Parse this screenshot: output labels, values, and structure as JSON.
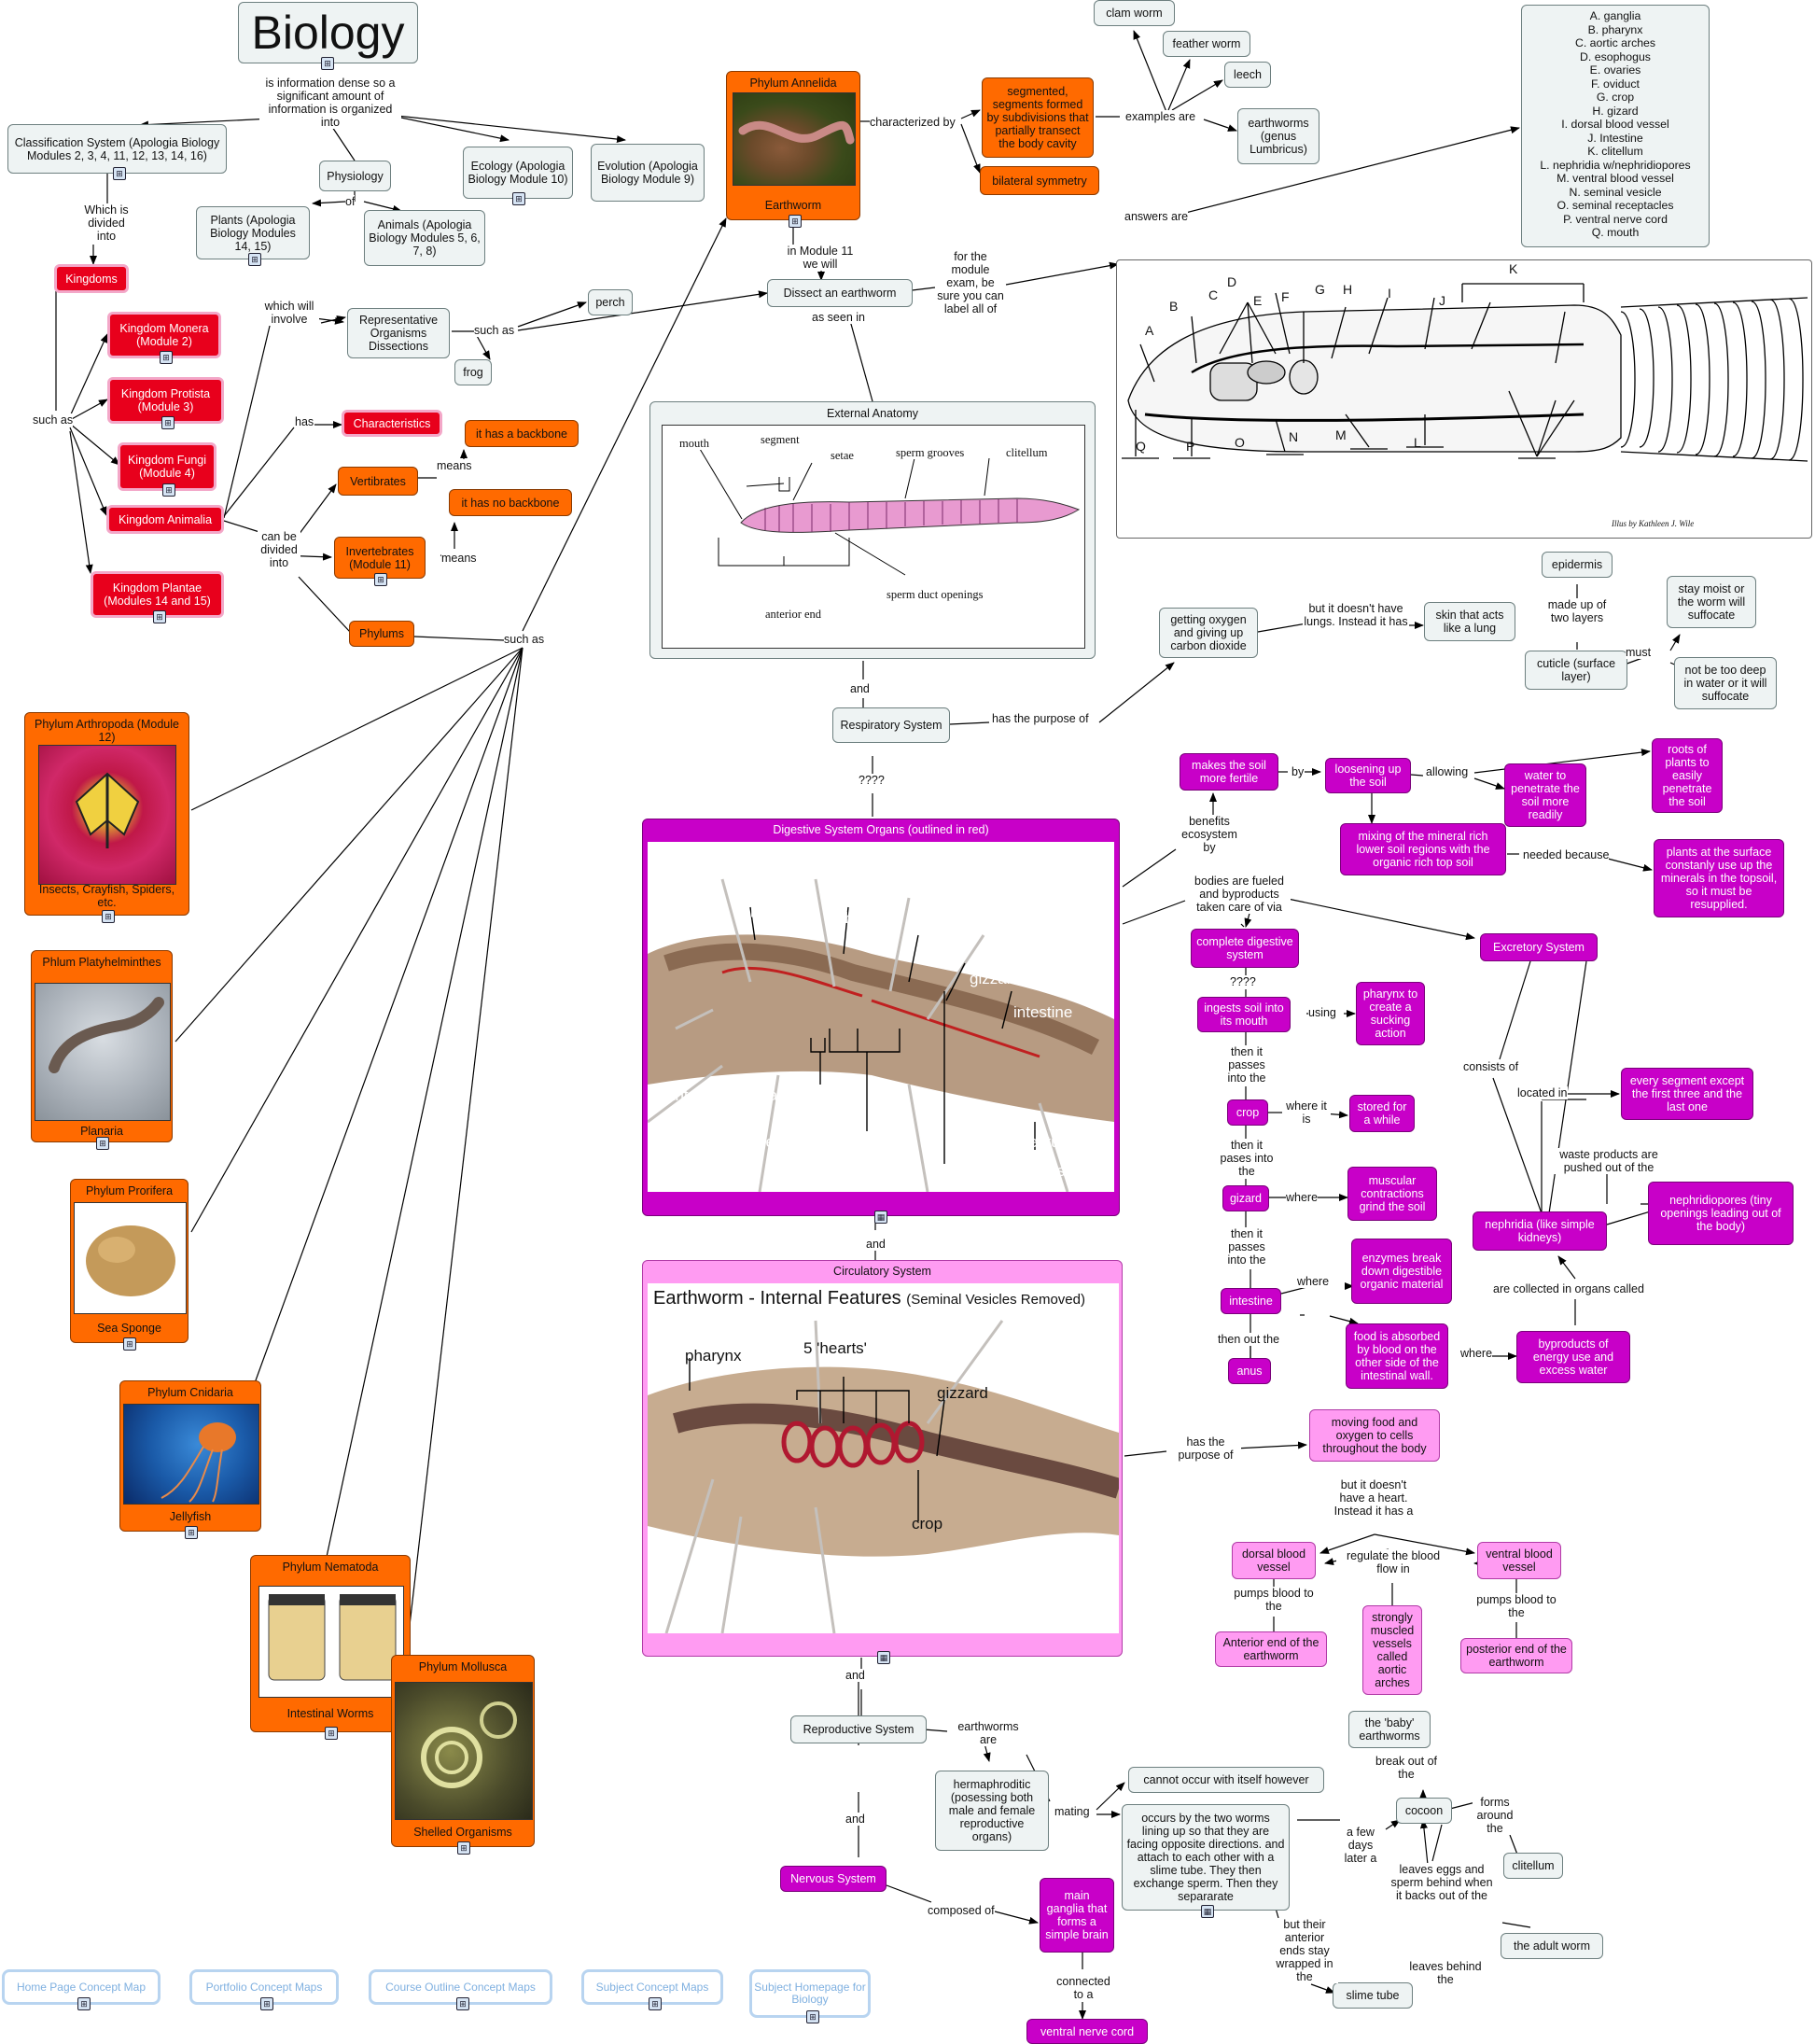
{
  "title": "Biology",
  "top_text": "is information dense so a significant amount of information is organized into",
  "classification": "Classification System (Apologia Biology Modules 2, 3, 4, 11, 12, 13, 14, 16)",
  "physiology": "Physiology",
  "ecology": "Ecology (Apologia Biology Module 10)",
  "evolution": "Evolution (Apologia Biology Module 9)",
  "plants": "Plants (Apologia Biology Modules 14, 15)",
  "animals": "Animals (Apologia Biology Modules 5, 6, 7, 8)",
  "of": "of",
  "which_divided": "Which is divided into",
  "kingdoms": "Kingdoms",
  "such_as": "such as",
  "kingdom_monera": "Kingdom Monera (Module 2)",
  "kingdom_protista": "Kingdom Protista (Module 3)",
  "kingdom_fungi": "Kingdom Fungi (Module 4)",
  "kingdom_animalia": "Kingdom Animalia",
  "kingdom_plantae": "Kingdom Plantae (Modules 14 and 15)",
  "which_will_involve": "which will involve",
  "rep_organisms": "Representative Organisms Dissections",
  "such_as2": "such as",
  "perch": "perch",
  "frog": "frog",
  "has": "has",
  "characteristics": "Characteristics",
  "has_backbone": "it has a backbone",
  "no_backbone": "it has no backbone",
  "means": "means",
  "means2": "means",
  "vertibrates": "Vertibrates",
  "invertebrates": "Invertebrates (Module 11)",
  "can_be_divided": "can be divided into",
  "phylums": "Phylums",
  "such_as3": "such as",
  "annelida": {
    "title": "Phylum Annelida",
    "caption": "Earthworm"
  },
  "characterized_by": "characterized by",
  "segmented": "segmented, segments formed by subdivisions that partially transect the body cavity",
  "bilateral": "bilateral symmetry",
  "examples_are": "examples are",
  "clam_worm": "clam worm",
  "feather_worm": "feather worm",
  "leech": "leech",
  "earthworms_genus": "earthworms (genus Lumbricus)",
  "in_module": "in Module 11 we will",
  "dissect": "Dissect an earthworm",
  "as_seen_in": "as seen in",
  "for_module": "for the module exam, be sure you can label all of",
  "answers_are": "answers are",
  "answers": [
    "A. ganglia",
    "B. pharynx",
    "C. aortic arches",
    "D. esophogus",
    "E. ovaries",
    "F. oviduct",
    "G. crop",
    "H. gizard",
    "I. dorsal blood vessel",
    "J. Intestine",
    "K. clitellum",
    "L. nephridia w/nephridiopores",
    "M. ventral blood vessel",
    "N. seminal vesicle",
    "O. seminal receptacles",
    "P. ventral nerve cord",
    "Q. mouth"
  ],
  "diagram_letters": [
    "A",
    "B",
    "C",
    "D",
    "E",
    "F",
    "G",
    "H",
    "I",
    "J",
    "K",
    "L",
    "M",
    "N",
    "O",
    "P",
    "Q"
  ],
  "illus_credit": "Illus by Kathleen J. Wile",
  "external_anatomy": "External Anatomy",
  "ext_labels": {
    "mouth": "mouth",
    "segment": "segment",
    "setae": "setae",
    "sperm_grooves": "sperm grooves",
    "clitellum": "clitellum",
    "anterior_end": "anterior end",
    "sperm_duct": "sperm duct openings"
  },
  "and1": "and",
  "respiratory": "Respiratory System",
  "has_purpose": "has the purpose of",
  "getting_oxygen": "getting oxygen and giving up carbon dioxide",
  "but_no_lungs": "but it doesn't have lungs. Instead it has",
  "skin_lung": "skin that acts like a lung",
  "made_up": "made up of two layers",
  "epidermis": "epidermis",
  "cuticle": "cuticle (surface layer)",
  "must": "must",
  "stay_moist": "stay moist or the worm will suffocate",
  "not_deep": "not be too deep in water or it will suffocate",
  "qmarks": "????",
  "digestive_title": "Digestive System Organs (outlined in red)",
  "internal_title1": "Earthworm - Internal Features",
  "dig_labels": {
    "pharynx": "pharynx",
    "heart": "'heart'",
    "crop": "crop",
    "gizzard": "gizzard",
    "intestine": "intestine",
    "ant_sperm": "anterior spermatheca",
    "sem_ves": "seminal vesicles",
    "septum": "septum",
    "dorsal": "dorsal blood vessel"
  },
  "and2": "and",
  "circulatory_title": "Circulatory System",
  "internal_title2": "Earthworm - Internal Features",
  "internal_title2_sub": "(Seminal Vesicles Removed)",
  "circ_labels": {
    "pharynx": "pharynx",
    "hearts": "5 'hearts'",
    "gizzard": "gizzard",
    "crop": "crop"
  },
  "benefits": "benefits ecosystem by",
  "makes_fertile": "makes the soil more fertile",
  "by": "by",
  "loosening": "loosening up the soil",
  "allowing": "allowing",
  "water_penetrate": "water to penetrate the soil more readily",
  "roots": "roots of plants to easily penetrate the soil",
  "mixing": "mixing of the mineral rich lower soil regions with the organic rich top soil",
  "needed_because": "needed because",
  "plants_surface": "plants at the surface constanly use up the minerals in the topsoil, so it must be resupplied.",
  "bodies_fueled": "bodies are fueled and byproducts taken care of via",
  "complete_digestive": "complete digestive system",
  "excretory": "Excretory System",
  "qmarks2": "????",
  "ingests": "ingests soil into its mouth",
  "using": "using",
  "pharynx_suck": "pharynx to create a sucking action",
  "then_passes": "then it passes into the",
  "crop": "crop",
  "where_it_is": "where it is",
  "stored": "stored for a while",
  "then_pases": "then it pases into the",
  "gizard": "gizard",
  "where1": "where",
  "muscular": "muscular contractions grind the soil",
  "then_passes2": "then it passes into the",
  "intestine": "intestine",
  "where2": "where",
  "enzymes": "enzymes break down digestible organic material",
  "then_out": "then out the",
  "anus": "anus",
  "food_absorbed": "food is absorbed by blood on the other side of the intestinal wall.",
  "where3": "where",
  "byproducts": "byproducts of energy use and excess water",
  "consists_of": "consists of",
  "located_in": "located in",
  "every_segment": "every segment except the first three and the last one",
  "waste_pushed": "waste products are pushed out of the",
  "nephridia": "nephridia (like simple kidneys)",
  "nephridiopores": "nephridiopores (tiny openings leading out of the body)",
  "collected": "are collected in organs called",
  "has_purpose2": "has the purpose of",
  "moving_food": "moving food and oxygen to cells throughout the body",
  "no_heart": "but it doesn't have a heart. Instead it has a",
  "dorsal_bv": "dorsal blood vessel",
  "ventral_bv": "ventral blood vessel",
  "regulate": "regulate the blood flow in",
  "pumps_to1": "pumps blood to the",
  "pumps_to2": "pumps blood to the",
  "anterior_end": "Anterior end of the earthworm",
  "posterior_end": "posterior end of the earthworm",
  "aortic": "strongly muscled vessels called aortic arches",
  "and3": "and",
  "reproductive": "Reproductive System",
  "earthworms_are": "earthworms are",
  "hermaphroditic": "hermaphroditic (posessing both male and female reproductive organs)",
  "mating": "mating",
  "cannot_occur": "cannot occur with itself however",
  "occurs_by": "occurs by the two worms lining up so that they are facing opposite directions. and attach to each other with a slime tube. They then exchange sperm. Then they separarate",
  "few_days": "a few days later a",
  "cocoon": "cocoon",
  "baby": "the 'baby' earthworms",
  "break_out": "break out of the",
  "forms_around": "forms around the",
  "clitellum": "clitellum",
  "leaves_eggs": "leaves eggs and sperm behind when it backs out of the",
  "adult": "the adult worm",
  "leaves_behind": "leaves behind the",
  "slime_tube": "slime tube",
  "but_anterior": "but their anterior ends stay wrapped in the",
  "and4": "and",
  "nervous": "Nervous System",
  "composed_of": "composed of",
  "main_ganglia": "main ganglia that forms a simple brain",
  "connected": "connected to a",
  "ventral_nerve": "ventral nerve cord",
  "arthropoda": {
    "title": "Phylum Arthropoda (Module 12)",
    "caption": "Insects, Crayfish, Spiders, etc."
  },
  "platyhelminthes": {
    "title": "Phlum Platyhelminthes",
    "caption": "Planaria"
  },
  "prorifera": {
    "title": "Phylum Prorifera",
    "caption": "Sea Sponge"
  },
  "cnidaria": {
    "title": "Phylum Cnidaria",
    "caption": "Jellyfish"
  },
  "nematoda": {
    "title": "Phylum Nematoda",
    "caption": "Intestinal Worms"
  },
  "mollusca": {
    "title": "Phylum Mollusca",
    "caption": "Shelled Organisms"
  },
  "nav": [
    "Home Page Concept Map",
    "Portfolio Concept Maps",
    "Course Outline Concept Maps",
    "Subject Concept Maps",
    "Subject Homepage for Biology"
  ],
  "colors": {
    "red": "#e8001c",
    "orange": "#ff6a00",
    "magenta": "#c800c8",
    "pink": "#ff9bf2",
    "gray": "#eef3f3",
    "nav": "#b8d4f0"
  },
  "icons": [
    "concept-map-link-icon",
    "image-link-icon"
  ]
}
